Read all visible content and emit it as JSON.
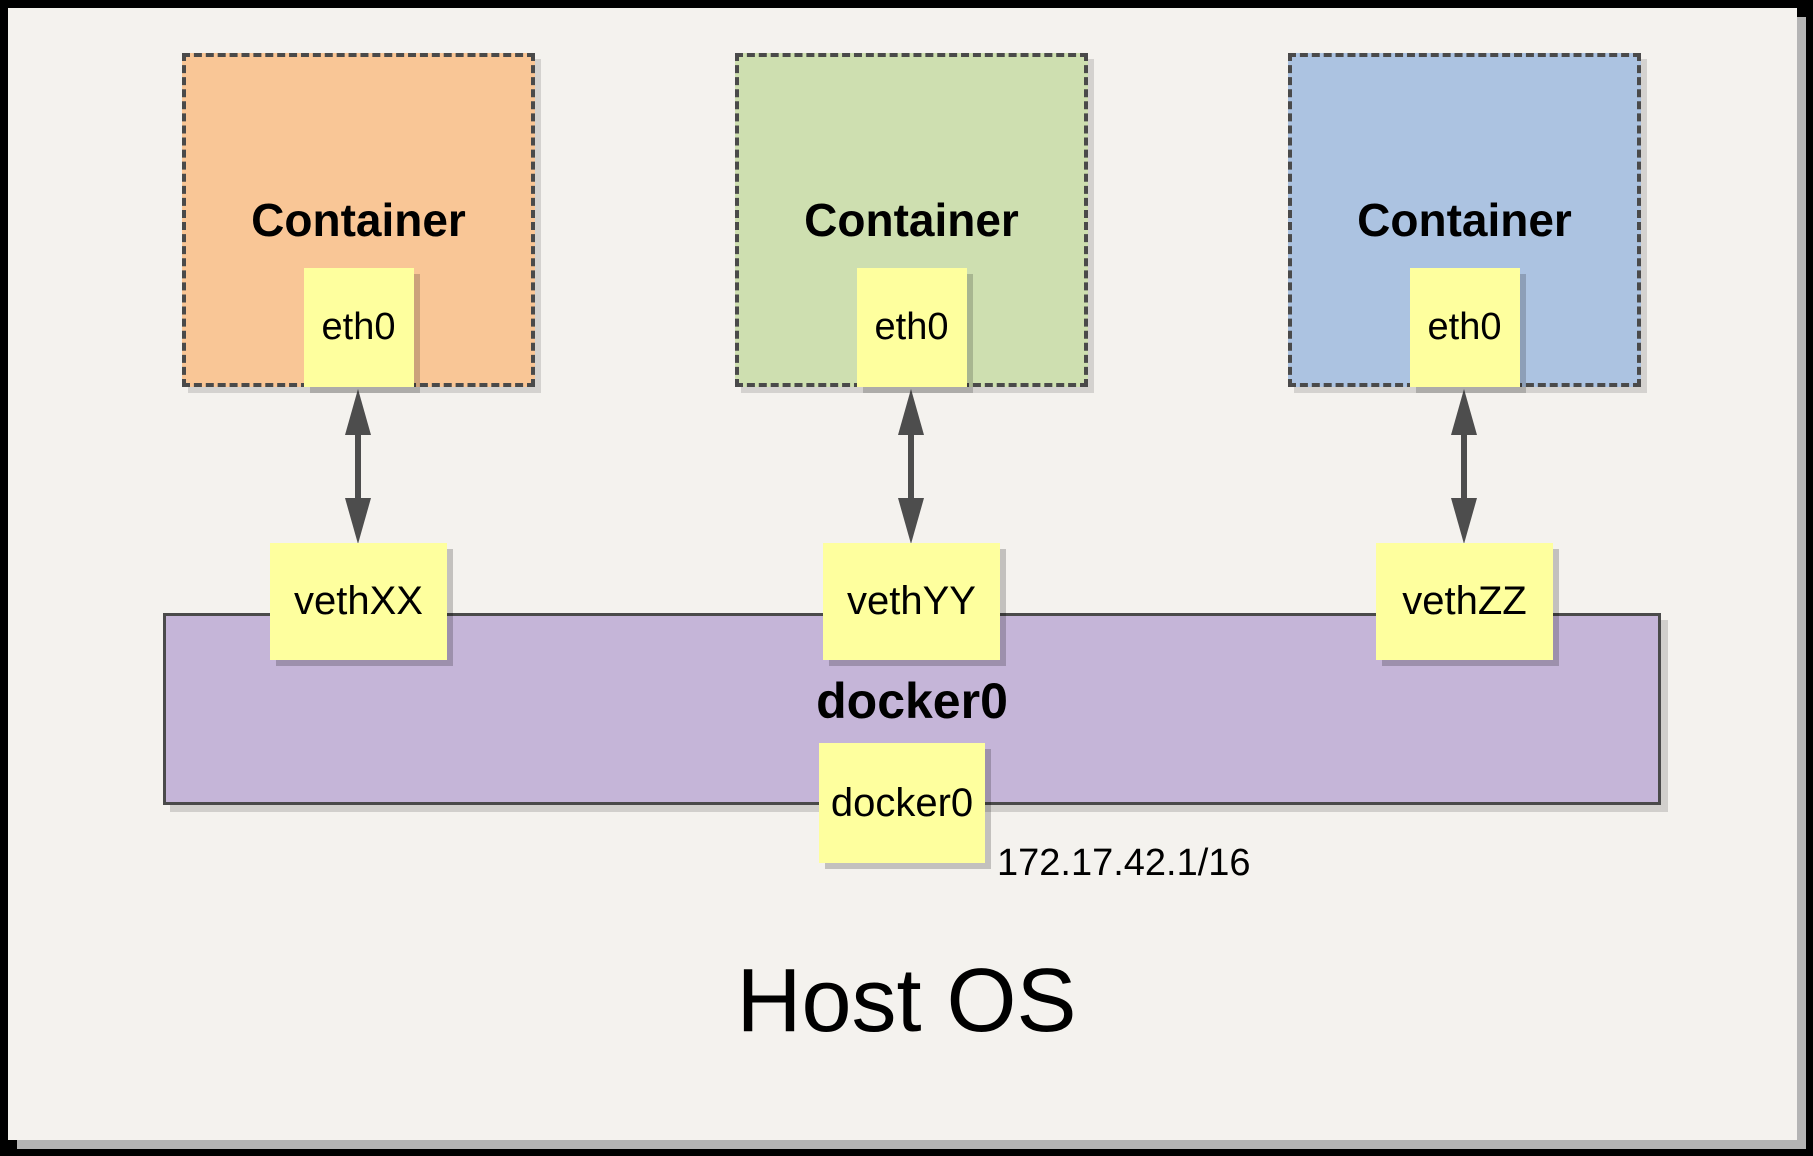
{
  "colors": {
    "frame": "#000000",
    "panel_bg": "#F4F2EE",
    "node_yellow": "#FEFF9E",
    "line_gray": "#4A4A4A",
    "arrow_gray": "#4D4D4D"
  },
  "containers": [
    {
      "title": "Container",
      "interface_label": "eth0",
      "veth_label": "vethXX",
      "fill": "#F9C696"
    },
    {
      "title": "Container",
      "interface_label": "eth0",
      "veth_label": "vethYY",
      "fill": "#CEDFB0"
    },
    {
      "title": "Container",
      "interface_label": "eth0",
      "veth_label": "vethZZ",
      "fill": "#ACC3E1"
    }
  ],
  "bridge": {
    "title": "docker0",
    "interface_label": "docker0",
    "ip_address": "172.17.42.1/16",
    "fill": "#C5B5D8"
  },
  "host": {
    "title": "Host OS"
  }
}
